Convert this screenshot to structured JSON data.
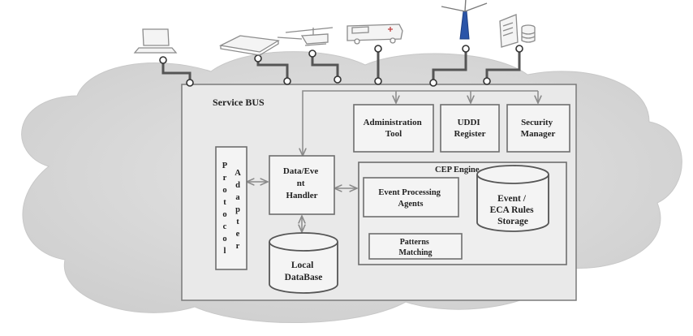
{
  "diagram": {
    "bus_title": "Service BUS",
    "administration_tool": [
      "Administration",
      "Tool"
    ],
    "uddi_register": [
      "UDDI",
      "Register"
    ],
    "security_manager": [
      "Security",
      "Manager"
    ],
    "protocol_adapter_col1": [
      "P",
      "r",
      "o",
      "t",
      "o",
      "c",
      "o",
      "l"
    ],
    "protocol_adapter_col2": [
      "A",
      "d",
      "a",
      "p",
      "t",
      "e",
      "r"
    ],
    "data_event_handler": [
      "Data/Eve",
      "nt",
      "Handler"
    ],
    "cep_engine_title": "CEP Engine",
    "event_processing_agents": [
      "Event Processing",
      "Agents"
    ],
    "event_rules_storage": [
      "Event /",
      "ECA Rules",
      "Storage"
    ],
    "patterns_matching": [
      "Patterns",
      "Matching"
    ],
    "local_database": [
      "Local",
      "DataBase"
    ]
  },
  "colors": {
    "cloud": "#dcdcdc",
    "box_fill": "#f4f4f4",
    "box_stroke": "#6e6e6e",
    "arrow": "#8a8a8a",
    "wire": "#555555",
    "tower_blue": "#2b55a8"
  },
  "devices": [
    "laptop-icon",
    "tablet-icon",
    "helicopter-icon",
    "ambulance-icon",
    "wind-turbine-icon",
    "server-database-icon"
  ]
}
